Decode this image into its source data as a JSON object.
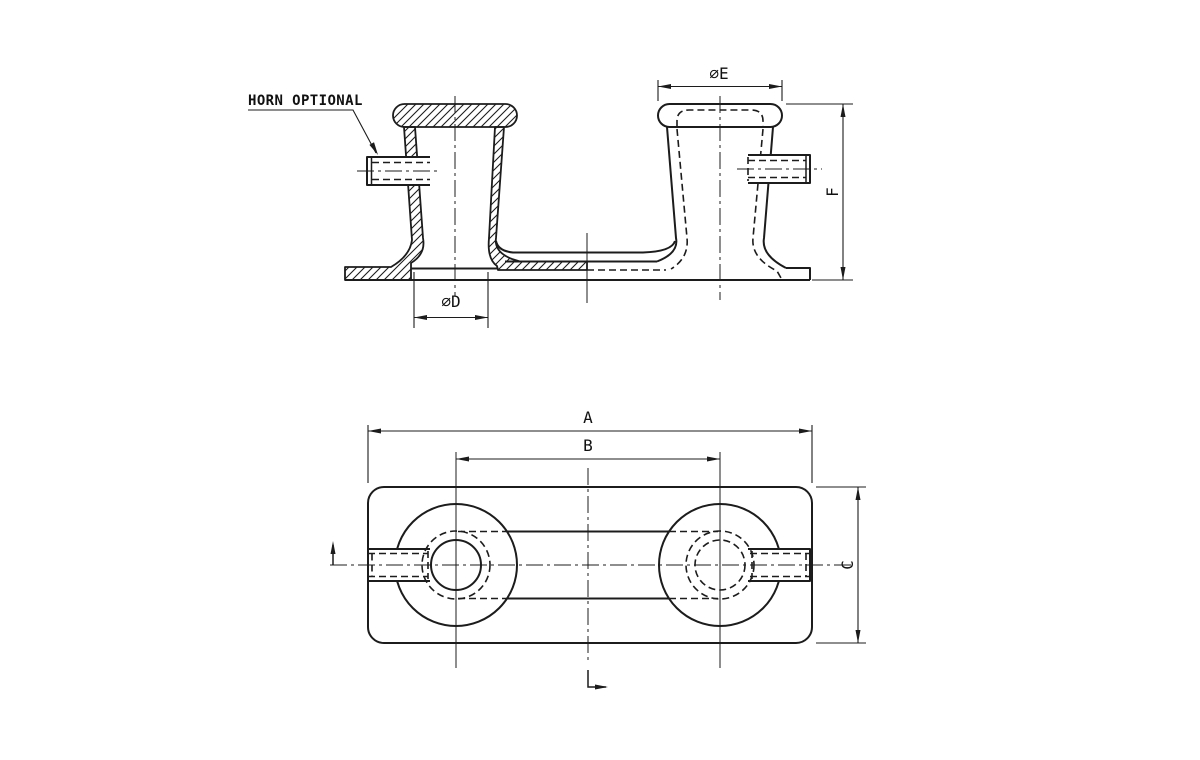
{
  "page": {
    "background": "#ffffff",
    "line_color": "#1c1c1c"
  },
  "drawing": {
    "type": "technical-orthographic-drawing",
    "subject": "double-bollard-mooring-bitt",
    "annotations": {
      "horn_note": "HORN OPTIONAL"
    },
    "dimensions": {
      "cap_diameter": "∅E",
      "base_hole_diameter": "∅D",
      "height": "F",
      "overall_length": "A",
      "bollard_spacing": "B",
      "base_width": "C"
    }
  }
}
